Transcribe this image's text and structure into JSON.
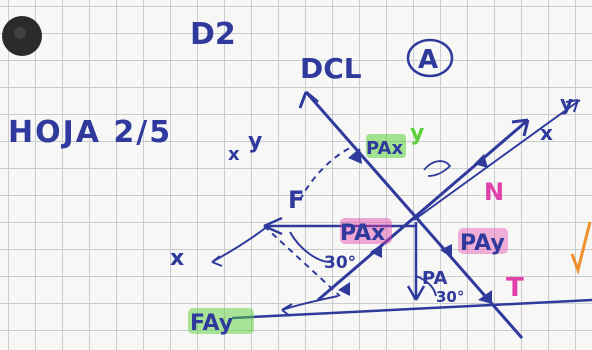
{
  "problem_number": "D2",
  "sheet_label": "HOJA 2/5",
  "diagram_title": "DCL",
  "body_label": "A",
  "axis_labels": {
    "x_left": "x",
    "y_left": "y",
    "x_right": "x",
    "y_right": "y"
  },
  "forces": {
    "normal": "N",
    "tension": "T",
    "friction": "F",
    "friction_ang": "FAy",
    "weight": "PA",
    "weight_x": "PAx",
    "weight_y": "PAy",
    "weight_parallel": "PAx"
  },
  "angles": {
    "angle_left": "30°",
    "angle_bottom": "30°"
  },
  "colors": {
    "ink": "#2f3a9c",
    "marker_pink": "#e040a8",
    "marker_green": "#5cd03a",
    "check_orange": "#f0902a",
    "hole": "#2b2b2b"
  }
}
